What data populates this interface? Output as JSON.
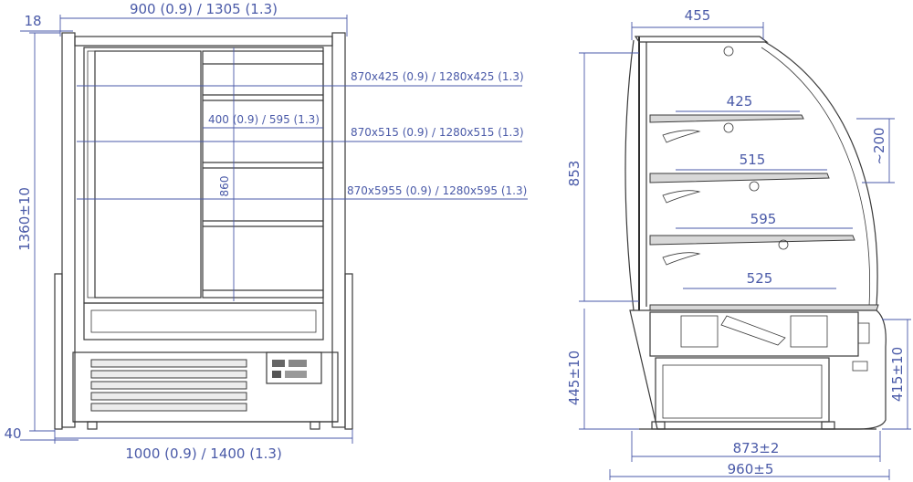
{
  "front_view": {
    "top_width": "900 (0.9) / 1305 (1.3)",
    "frame_width": "18",
    "total_height": "1360±10",
    "shelf_1": "870x425 (0.9) / 1280x425 (1.3)",
    "shelf_2": "870x515 (0.9) / 1280x515 (1.3)",
    "shelf_3": "870x5955 (0.9) / 1280x595 (1.3)",
    "inner_width": "400 (0.9) / 595 (1.3)",
    "inner_height": "860",
    "foot_height": "40",
    "bottom_width": "1000 (0.9) / 1400 (1.3)"
  },
  "side_view": {
    "top_depth": "455",
    "shelf_1_depth": "425",
    "shelf_2_depth": "515",
    "shelf_3_depth": "595",
    "base_depth": "525",
    "upper_height": "853",
    "curve_offset": "~200",
    "lower_height_left": "445±10",
    "lower_height_right": "415±10",
    "inner_base_width": "873±2",
    "total_depth": "960±5"
  }
}
